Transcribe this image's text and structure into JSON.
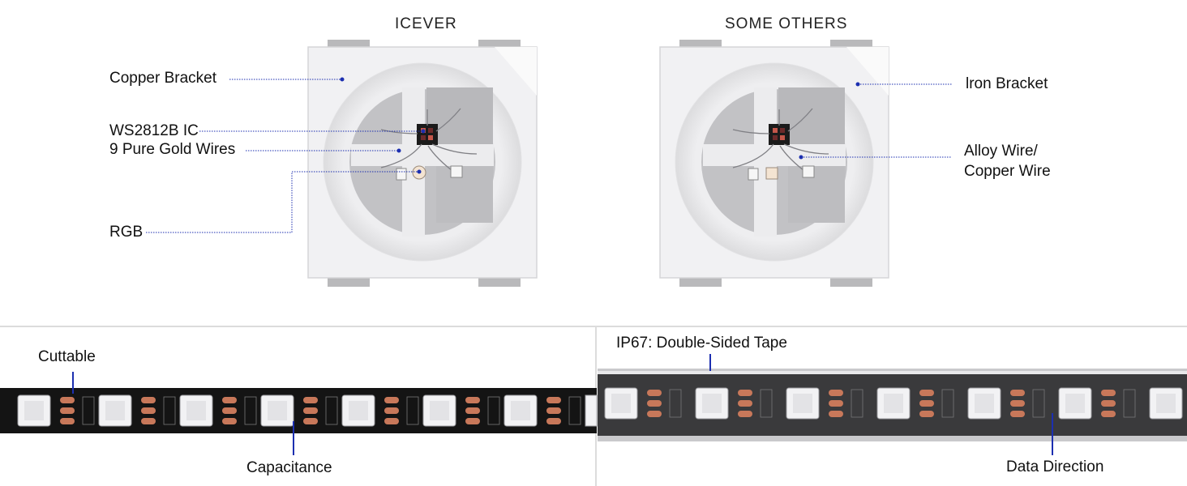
{
  "top": {
    "left_title": "ICEVER",
    "right_title": "SOME OTHERS",
    "left_labels": {
      "copper_bracket": "Copper Bracket",
      "ic": "WS2812B IC",
      "gold_wires": "9 Pure Gold Wires",
      "rgb": "RGB"
    },
    "right_labels": {
      "iron_bracket": "lron Bracket",
      "alloy_wire_line1": "Alloy Wire/",
      "alloy_wire_line2": "Copper Wire"
    }
  },
  "bottom": {
    "left_labels": {
      "cuttable": "Cuttable",
      "capacitance": "Capacitance"
    },
    "right_labels": {
      "tape": "IP67: Double-Sided Tape",
      "data_direction": "Data Direction"
    }
  },
  "colors": {
    "pointer_line": "#1c2fb0",
    "strip_black": "#141414",
    "copper_pad": "#c8785a",
    "led_face": "#f2f2f4",
    "silicone": "#c9c9cc"
  }
}
